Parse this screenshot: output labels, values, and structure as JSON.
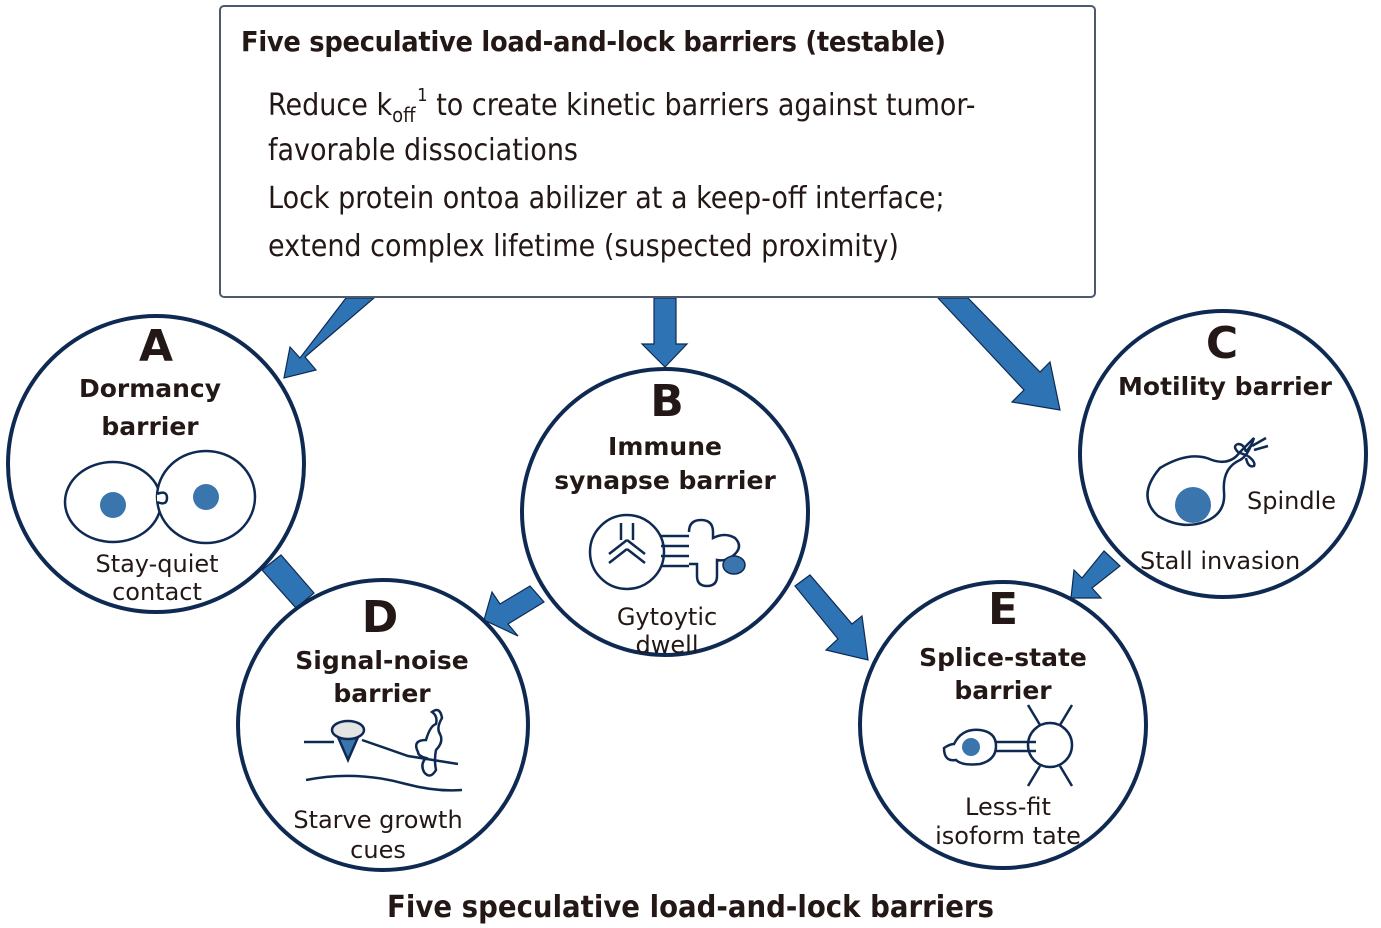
{
  "header_box": {
    "title": "Five speculative load-and-lock barriers (testable)",
    "line1_pre": "Reduce k",
    "line1_sub": "off",
    "line1_sup": "1",
    "line1_post": " to create kinetic barriers against tumor-",
    "line2": "favorable dissociations",
    "line3": "Lock protein ontoa abilizer at a keep-off interface;",
    "line4": "extend complex lifetime (suspected proximity)"
  },
  "barriers": [
    {
      "letter": "A",
      "title_l1": "Dormancy",
      "title_l2": "barrier",
      "caption_l1": "Stay-quiet",
      "caption_l2": "contact",
      "icon": "cell-contact-icon"
    },
    {
      "letter": "B",
      "title_l1": "Immune",
      "title_l2": "synapse barrier",
      "caption_l1": "Gytoytic",
      "caption_l2": "dwell",
      "icon": "immune-synapse-icon"
    },
    {
      "letter": "C",
      "title_l1": "Motility barrier",
      "caption_l1": "Spindle",
      "caption_l2": "Stall invasion",
      "icon": "spindle-cell-icon"
    },
    {
      "letter": "D",
      "title_l1": "Signal-noise",
      "title_l2": "barrier",
      "caption_l1": "Starve growth",
      "caption_l2": "cues",
      "icon": "receptor-signal-icon"
    },
    {
      "letter": "E",
      "title_l1": "Splice-state",
      "title_l2": "barrier",
      "caption_l1": "Less-fit",
      "caption_l2": "isoform tate",
      "icon": "splice-isoform-icon"
    }
  ],
  "figure_caption": "Five speculative load-and-lock barriers",
  "colors": {
    "arrow": "#2e74b5",
    "outline": "#0f2a52",
    "nucleus": "#3a75ae",
    "text": "#231815"
  }
}
